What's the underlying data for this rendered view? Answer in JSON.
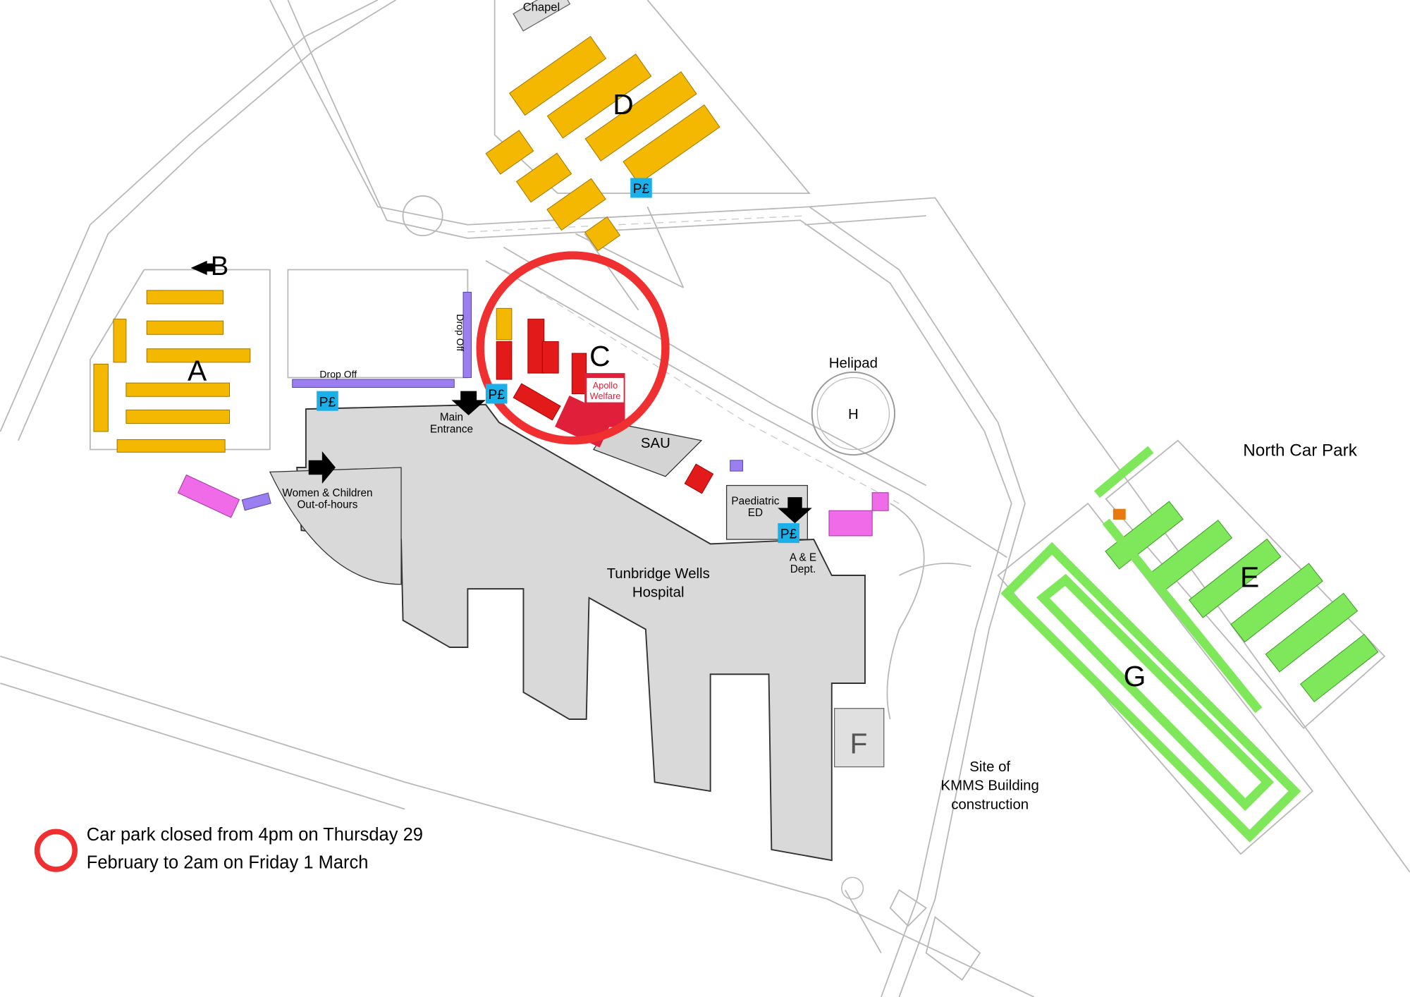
{
  "map": {
    "labels": {
      "chapel": "Chapel",
      "car_park_a": "A",
      "car_park_b": "B",
      "car_park_c": "C",
      "car_park_d": "D",
      "car_park_e": "E",
      "car_park_f": "F",
      "car_park_g": "G",
      "apollo_line1": "Apollo",
      "apollo_line2": "Welfare",
      "helipad": "Helipad",
      "helipad_mark": "H",
      "sau": "SAU",
      "north_car_park": "North Car Park",
      "drop_off_horizontal": "Drop Off",
      "drop_off_vertical": "Drop Off",
      "main_entrance_line1": "Main",
      "main_entrance_line2": "Entrance",
      "women_children_line1": "Women & Children",
      "women_children_line2": "Out-of-hours",
      "paediatric_line1": "Paediatric",
      "paediatric_line2": "ED",
      "ae_line1": "A & E",
      "ae_line2": "Dept.",
      "hospital_line1": "Tunbridge Wells",
      "hospital_line2": "Hospital",
      "kmms_line1": "Site of",
      "kmms_line2": "KMMS Building",
      "kmms_line3": "construction",
      "pay_station": "P£"
    },
    "legend": {
      "line1": "Car park closed from 4pm on Thursday 29",
      "line2": "February to 2am on Friday 1 March"
    },
    "closed_car_park": "C",
    "colors": {
      "closure_ring": "#f03030",
      "car_park_standard": "#f5b800",
      "car_park_closed": "#e21a1a",
      "car_park_north": "#7ee85a",
      "disabled_bays": "#f06be8",
      "drop_off": "#9b7ef0",
      "pay_station": "#1ab0ea",
      "building": "#d9d9d9"
    }
  }
}
